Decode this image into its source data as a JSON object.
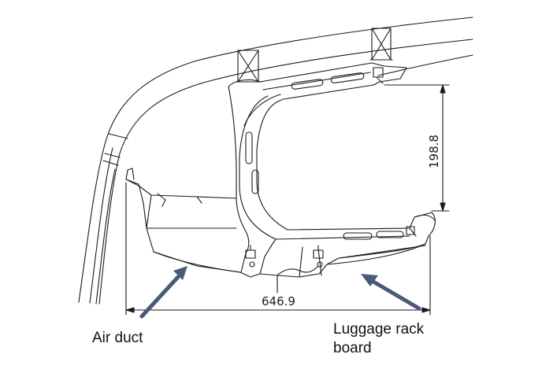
{
  "labels": {
    "air_duct": "Air duct",
    "luggage_rack_line1": "Luggage rack",
    "luggage_rack_line2": "board"
  },
  "dimensions": {
    "width": "646.9",
    "height": "198.8"
  },
  "colors": {
    "line": "#1a1a1a",
    "arrow": "#4a5a78",
    "background": "#ffffff"
  }
}
